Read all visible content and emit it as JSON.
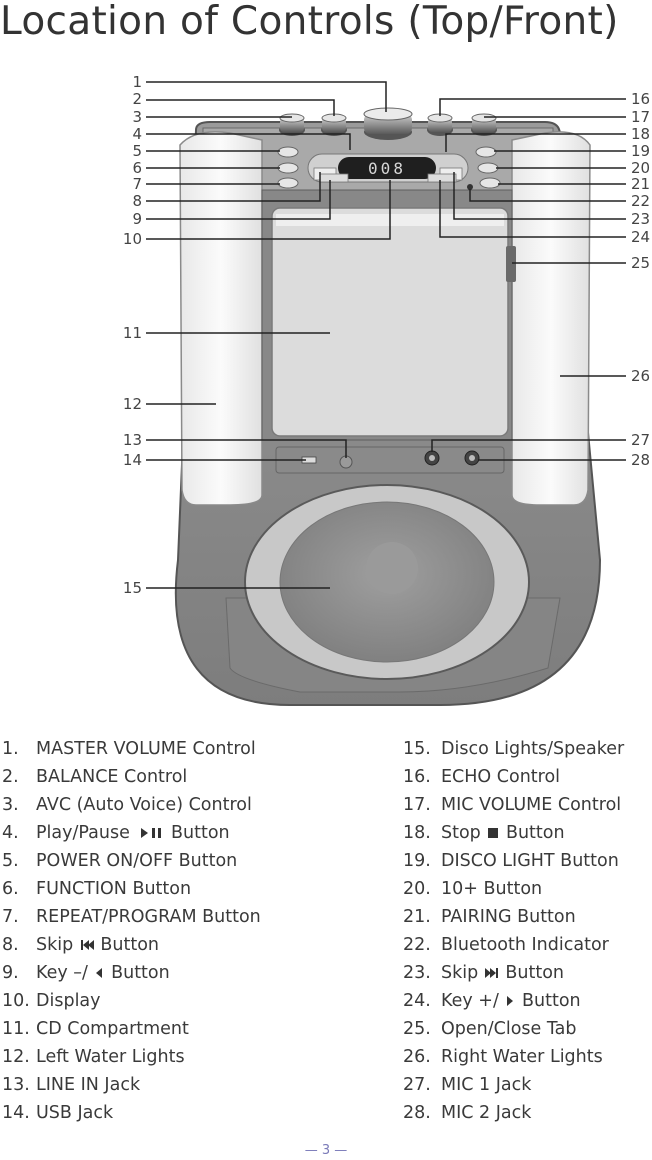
{
  "title": "Location of Controls (Top/Front)",
  "device": {
    "display_readout": "008"
  },
  "callouts_left": [
    "1",
    "2",
    "3",
    "4",
    "5",
    "6",
    "7",
    "8",
    "9",
    "10",
    "11",
    "12",
    "13",
    "14",
    "15"
  ],
  "callouts_right": [
    "16",
    "17",
    "18",
    "19",
    "20",
    "21",
    "22",
    "23",
    "24",
    "25",
    "26",
    "27",
    "28"
  ],
  "legend_left": [
    {
      "num": "1.",
      "text": "MASTER VOLUME Control"
    },
    {
      "num": "2.",
      "text": "BALANCE Control"
    },
    {
      "num": "3.",
      "text": "AVC (Auto Voice) Control"
    },
    {
      "num": "4.",
      "text": "Play/Pause",
      "after": "Button",
      "icon": "play-pause-icon"
    },
    {
      "num": "5.",
      "text": "POWER ON/OFF Button"
    },
    {
      "num": "6.",
      "text": "FUNCTION Button"
    },
    {
      "num": "7.",
      "text": "REPEAT/PROGRAM Button"
    },
    {
      "num": "8.",
      "text": "Skip",
      "after": "Button",
      "icon": "skip-back-icon"
    },
    {
      "num": "9.",
      "text": "Key –/",
      "after": "Button",
      "icon": "triangle-left-icon"
    },
    {
      "num": "10.",
      "text": "Display"
    },
    {
      "num": "11.",
      "text": "CD Compartment"
    },
    {
      "num": "12.",
      "text": "Left Water Lights"
    },
    {
      "num": "13.",
      "text": "LINE IN Jack"
    },
    {
      "num": "14.",
      "text": "USB Jack"
    }
  ],
  "legend_right": [
    {
      "num": "15.",
      "text": "Disco Lights/Speaker"
    },
    {
      "num": "16.",
      "text": "ECHO Control"
    },
    {
      "num": "17.",
      "text": "MIC VOLUME Control"
    },
    {
      "num": "18.",
      "text": "Stop",
      "after": "Button",
      "icon": "stop-icon"
    },
    {
      "num": "19.",
      "text": "DISCO LIGHT Button"
    },
    {
      "num": "20.",
      "text": "10+ Button"
    },
    {
      "num": "21.",
      "text": "PAIRING Button"
    },
    {
      "num": "22.",
      "text": "Bluetooth Indicator"
    },
    {
      "num": "23.",
      "text": "Skip",
      "after": "Button",
      "icon": "skip-forward-icon"
    },
    {
      "num": "24.",
      "text": "Key +/",
      "after": "Button",
      "icon": "triangle-right-icon"
    },
    {
      "num": "25.",
      "text": "Open/Close Tab"
    },
    {
      "num": "26.",
      "text": "Right Water Lights"
    },
    {
      "num": "27.",
      "text": "MIC 1 Jack"
    },
    {
      "num": "28.",
      "text": "MIC 2 Jack"
    }
  ],
  "footer": "— 3 —"
}
